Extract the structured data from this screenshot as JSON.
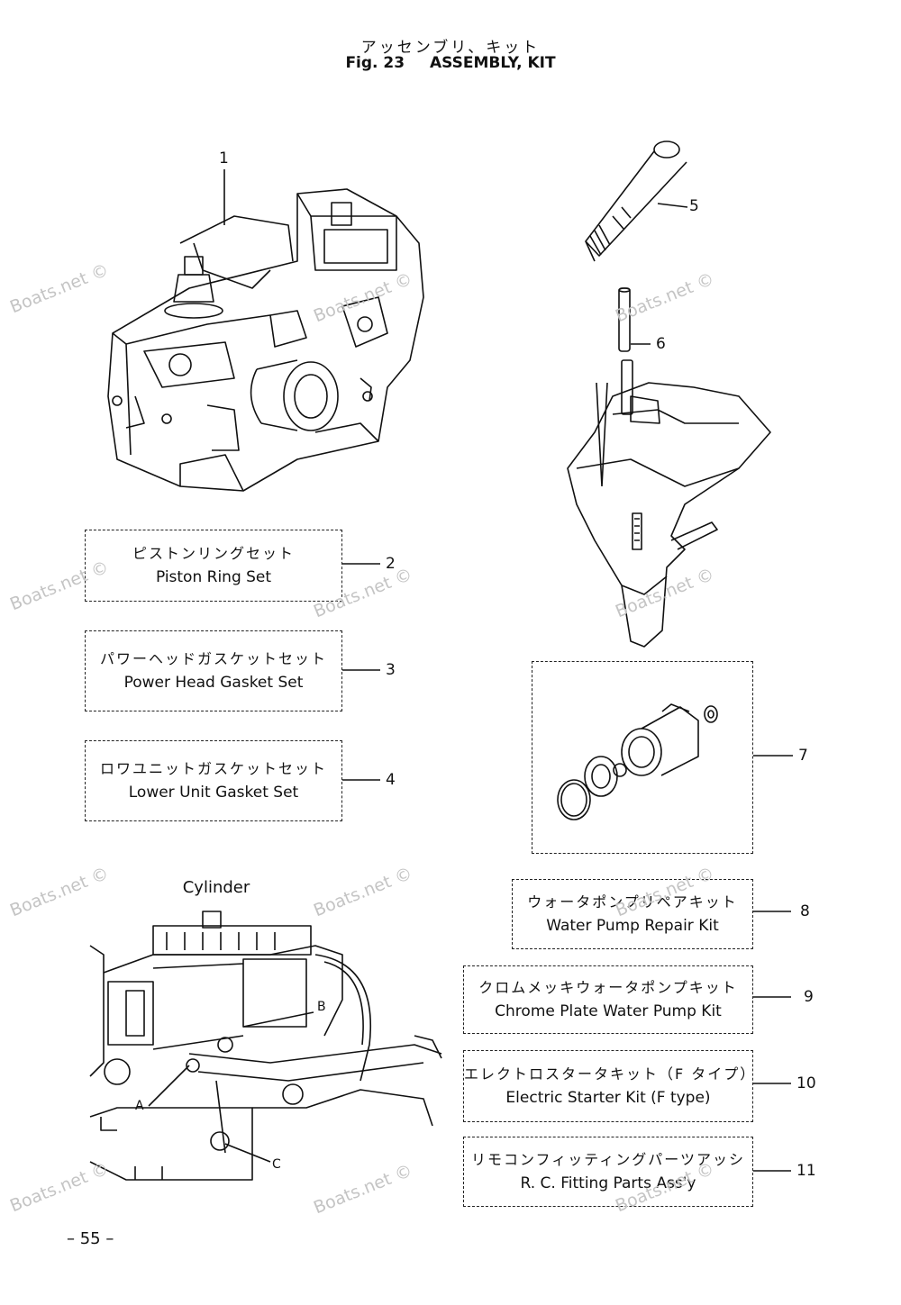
{
  "header": {
    "title_jp": "アッセンブリ、キット",
    "fig_label": "Fig. 23",
    "title_en": "ASSEMBLY, KIT"
  },
  "kits": [
    {
      "num": "2",
      "jp": "ピストンリングセット",
      "en": "Piston Ring Set"
    },
    {
      "num": "3",
      "jp": "パワーヘッドガスケットセット",
      "en": "Power Head Gasket Set"
    },
    {
      "num": "4",
      "jp": "ロワユニットガスケットセット",
      "en": "Lower Unit Gasket Set"
    },
    {
      "num": "8",
      "jp": "ウォータポンプリペアキット",
      "en": "Water Pump Repair Kit"
    },
    {
      "num": "9",
      "jp": "クロムメッキウォータポンプキット",
      "en": "Chrome Plate Water  Pump Kit"
    },
    {
      "num": "10",
      "jp": "エレクトロスタータキット（F タイプ）",
      "en": "Electric Starter Kit (F type)"
    },
    {
      "num": "11",
      "jp": "リモコンフィッティングパーツアッシ",
      "en": "R. C. Fitting Parts Ass'y"
    }
  ],
  "callouts": {
    "powerhead": "1",
    "shift_rod": "5",
    "drive_shaft": "6",
    "water_pump": "7"
  },
  "cylinder": {
    "label": "Cylinder",
    "pointers": [
      "A",
      "B",
      "C"
    ]
  },
  "watermark": "Boats.net ©",
  "page_number": "– 55 –"
}
